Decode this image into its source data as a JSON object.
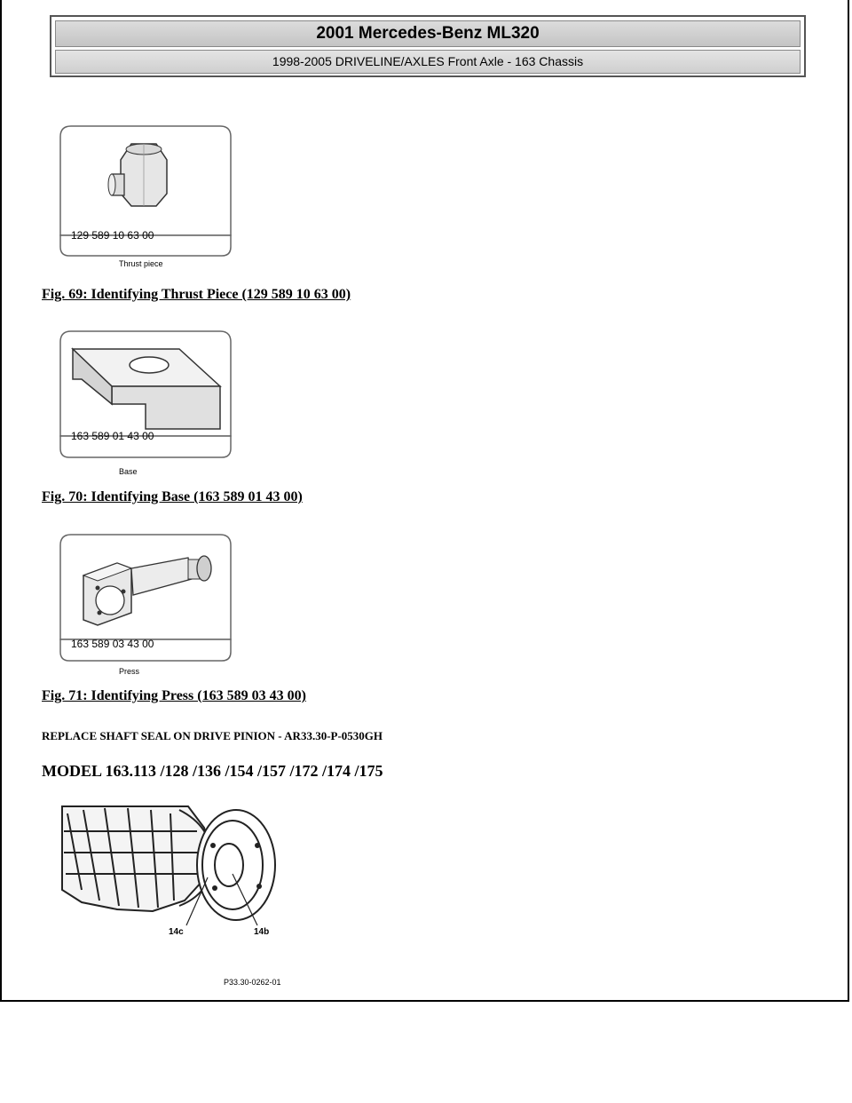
{
  "header": {
    "title": "2001 Mercedes-Benz ML320",
    "subtitle": "1998-2005 DRIVELINE/AXLES Front Axle - 163 Chassis"
  },
  "figures": [
    {
      "part_number": "129 589 10 63 00",
      "tool_name": "Thrust piece",
      "caption": "Fig. 69: Identifying Thrust Piece (129 589 10 63 00)"
    },
    {
      "part_number": "163 589 01 43 00",
      "tool_name": "Base",
      "caption": "Fig. 70: Identifying Base (163 589 01 43 00)"
    },
    {
      "part_number": "163 589 03 43 00",
      "tool_name": "Press",
      "caption": "Fig. 71: Identifying Press (163 589 03 43 00)"
    }
  ],
  "procedure": {
    "title": "REPLACE SHAFT SEAL ON DRIVE PINION - AR33.30-P-0530GH",
    "model": "MODEL 163.113 /128 /136 /154 /157 /172 /174 /175"
  },
  "assembly_figure": {
    "callouts": [
      "14c",
      "14b"
    ],
    "code": "P33.30-0262-01"
  }
}
